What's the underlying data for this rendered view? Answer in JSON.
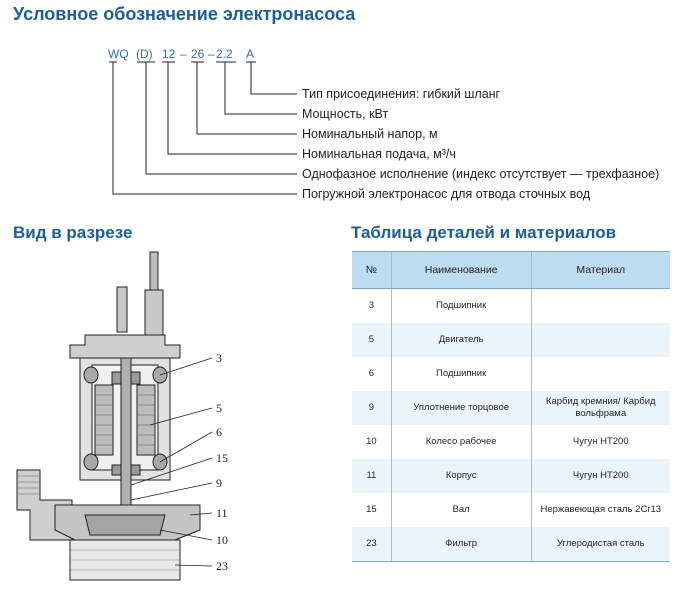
{
  "title": "Условное обозначение электронасоса",
  "code": {
    "parts": [
      "WQ",
      "(D)",
      "12",
      "–",
      "26",
      "–",
      "2.2",
      "A"
    ],
    "descriptions": [
      "Тип присоединения: гибкий шланг",
      "Мощность, кВт",
      "Номинальный напор, м",
      "Номинальная подача, м³/ч",
      "Однофазное исполнение (индекс отсутствует — трехфазное)",
      "Погружной электронасос для отвода сточных вод"
    ]
  },
  "section_title": "Вид в разрезе",
  "callouts": [
    "3",
    "5",
    "6",
    "15",
    "9",
    "11",
    "10",
    "23"
  ],
  "table": {
    "title": "Таблица деталей и материалов",
    "headers": [
      "№",
      "Наименование",
      "Материал"
    ],
    "rows": [
      {
        "num": "3",
        "name": "Подшипник",
        "material": ""
      },
      {
        "num": "5",
        "name": "Двигатель",
        "material": ""
      },
      {
        "num": "6",
        "name": "Подшипник",
        "material": ""
      },
      {
        "num": "9",
        "name": "Уплотнение торцовое",
        "material": "Карбид кремния/ Карбид вольфрама"
      },
      {
        "num": "10",
        "name": "Колесо рабочее",
        "material": "Чугун НТ200"
      },
      {
        "num": "11",
        "name": "Корпус",
        "material": "Чугун НТ200"
      },
      {
        "num": "15",
        "name": "Вал",
        "material": "Нержавеющая сталь 2Cr13"
      },
      {
        "num": "23",
        "name": "Фильтр",
        "material": "Углеродистая сталь"
      }
    ]
  },
  "colors": {
    "heading": "#1a5e9e",
    "code": "#2a6fb0",
    "table_header": "#bcdcef",
    "row_alt": "#eaf5fb"
  }
}
